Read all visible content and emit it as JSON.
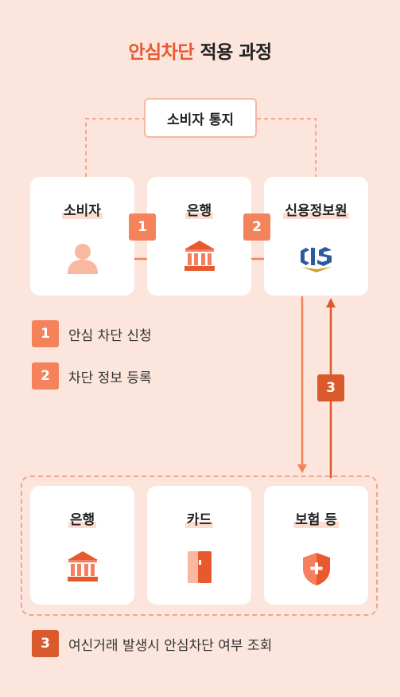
{
  "title": {
    "accent": "안심차단",
    "rest": "적용 과정"
  },
  "notice_label": "소비자 통지",
  "top_nodes": [
    {
      "label": "소비자",
      "icon": "person-icon"
    },
    {
      "label": "은행",
      "icon": "bank-icon"
    },
    {
      "label": "신용정보원",
      "icon": "kcis-logo-icon"
    }
  ],
  "step_badges": {
    "b1": "1",
    "b2": "2",
    "b3": "3"
  },
  "legend": [
    {
      "num": "1",
      "text": "안심 차단 신청"
    },
    {
      "num": "2",
      "text": "차단 정보 등록"
    },
    {
      "num": "3",
      "text": "여신거래 발생시 안심차단 여부 조회"
    }
  ],
  "bottom_nodes": [
    {
      "label": "은행",
      "icon": "bank-icon"
    },
    {
      "label": "카드",
      "icon": "card-icon"
    },
    {
      "label": "보험 등",
      "icon": "shield-plus-icon"
    }
  ],
  "colors": {
    "accent": "#e8592e",
    "light_orange": "#f4825b",
    "dark_orange": "#db5a2d",
    "background": "#fbe5dc"
  }
}
